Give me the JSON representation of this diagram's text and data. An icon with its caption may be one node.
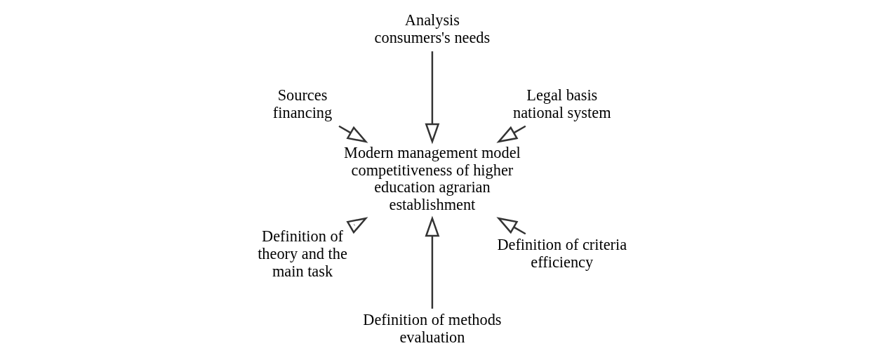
{
  "diagram": {
    "nodes": [
      {
        "text": [
          "Legal basis national system"
        ]
      },
      {
        "text": [
          "Analysis consumers's needs"
        ]
      },
      {
        "text": [
          "Sources financing"
        ]
      },
      {
        "text": [
          "Modern management model competitiveness of higher education agrarian establishment"
        ]
      },
      {
        "text": [
          "Definition of theory and the main task"
        ]
      },
      {
        "text": [
          "Definition of methods evaluation"
        ]
      },
      {
        "text": [
          "Definition of criteria efficiency"
        ]
      }
    ],
    "edges": [
      {
        "from": 0,
        "to": 3,
        "arrow": "to"
      },
      {
        "from": 1,
        "to": 3,
        "arrow": "to"
      },
      {
        "from": 2,
        "to": 3,
        "arrow": "to"
      },
      {
        "from": 4,
        "to": 3,
        "arrow": "to"
      },
      {
        "from": 5,
        "to": 3,
        "arrow": "to"
      },
      {
        "from": 6,
        "to": 3,
        "arrow": "to"
      }
    ]
  }
}
